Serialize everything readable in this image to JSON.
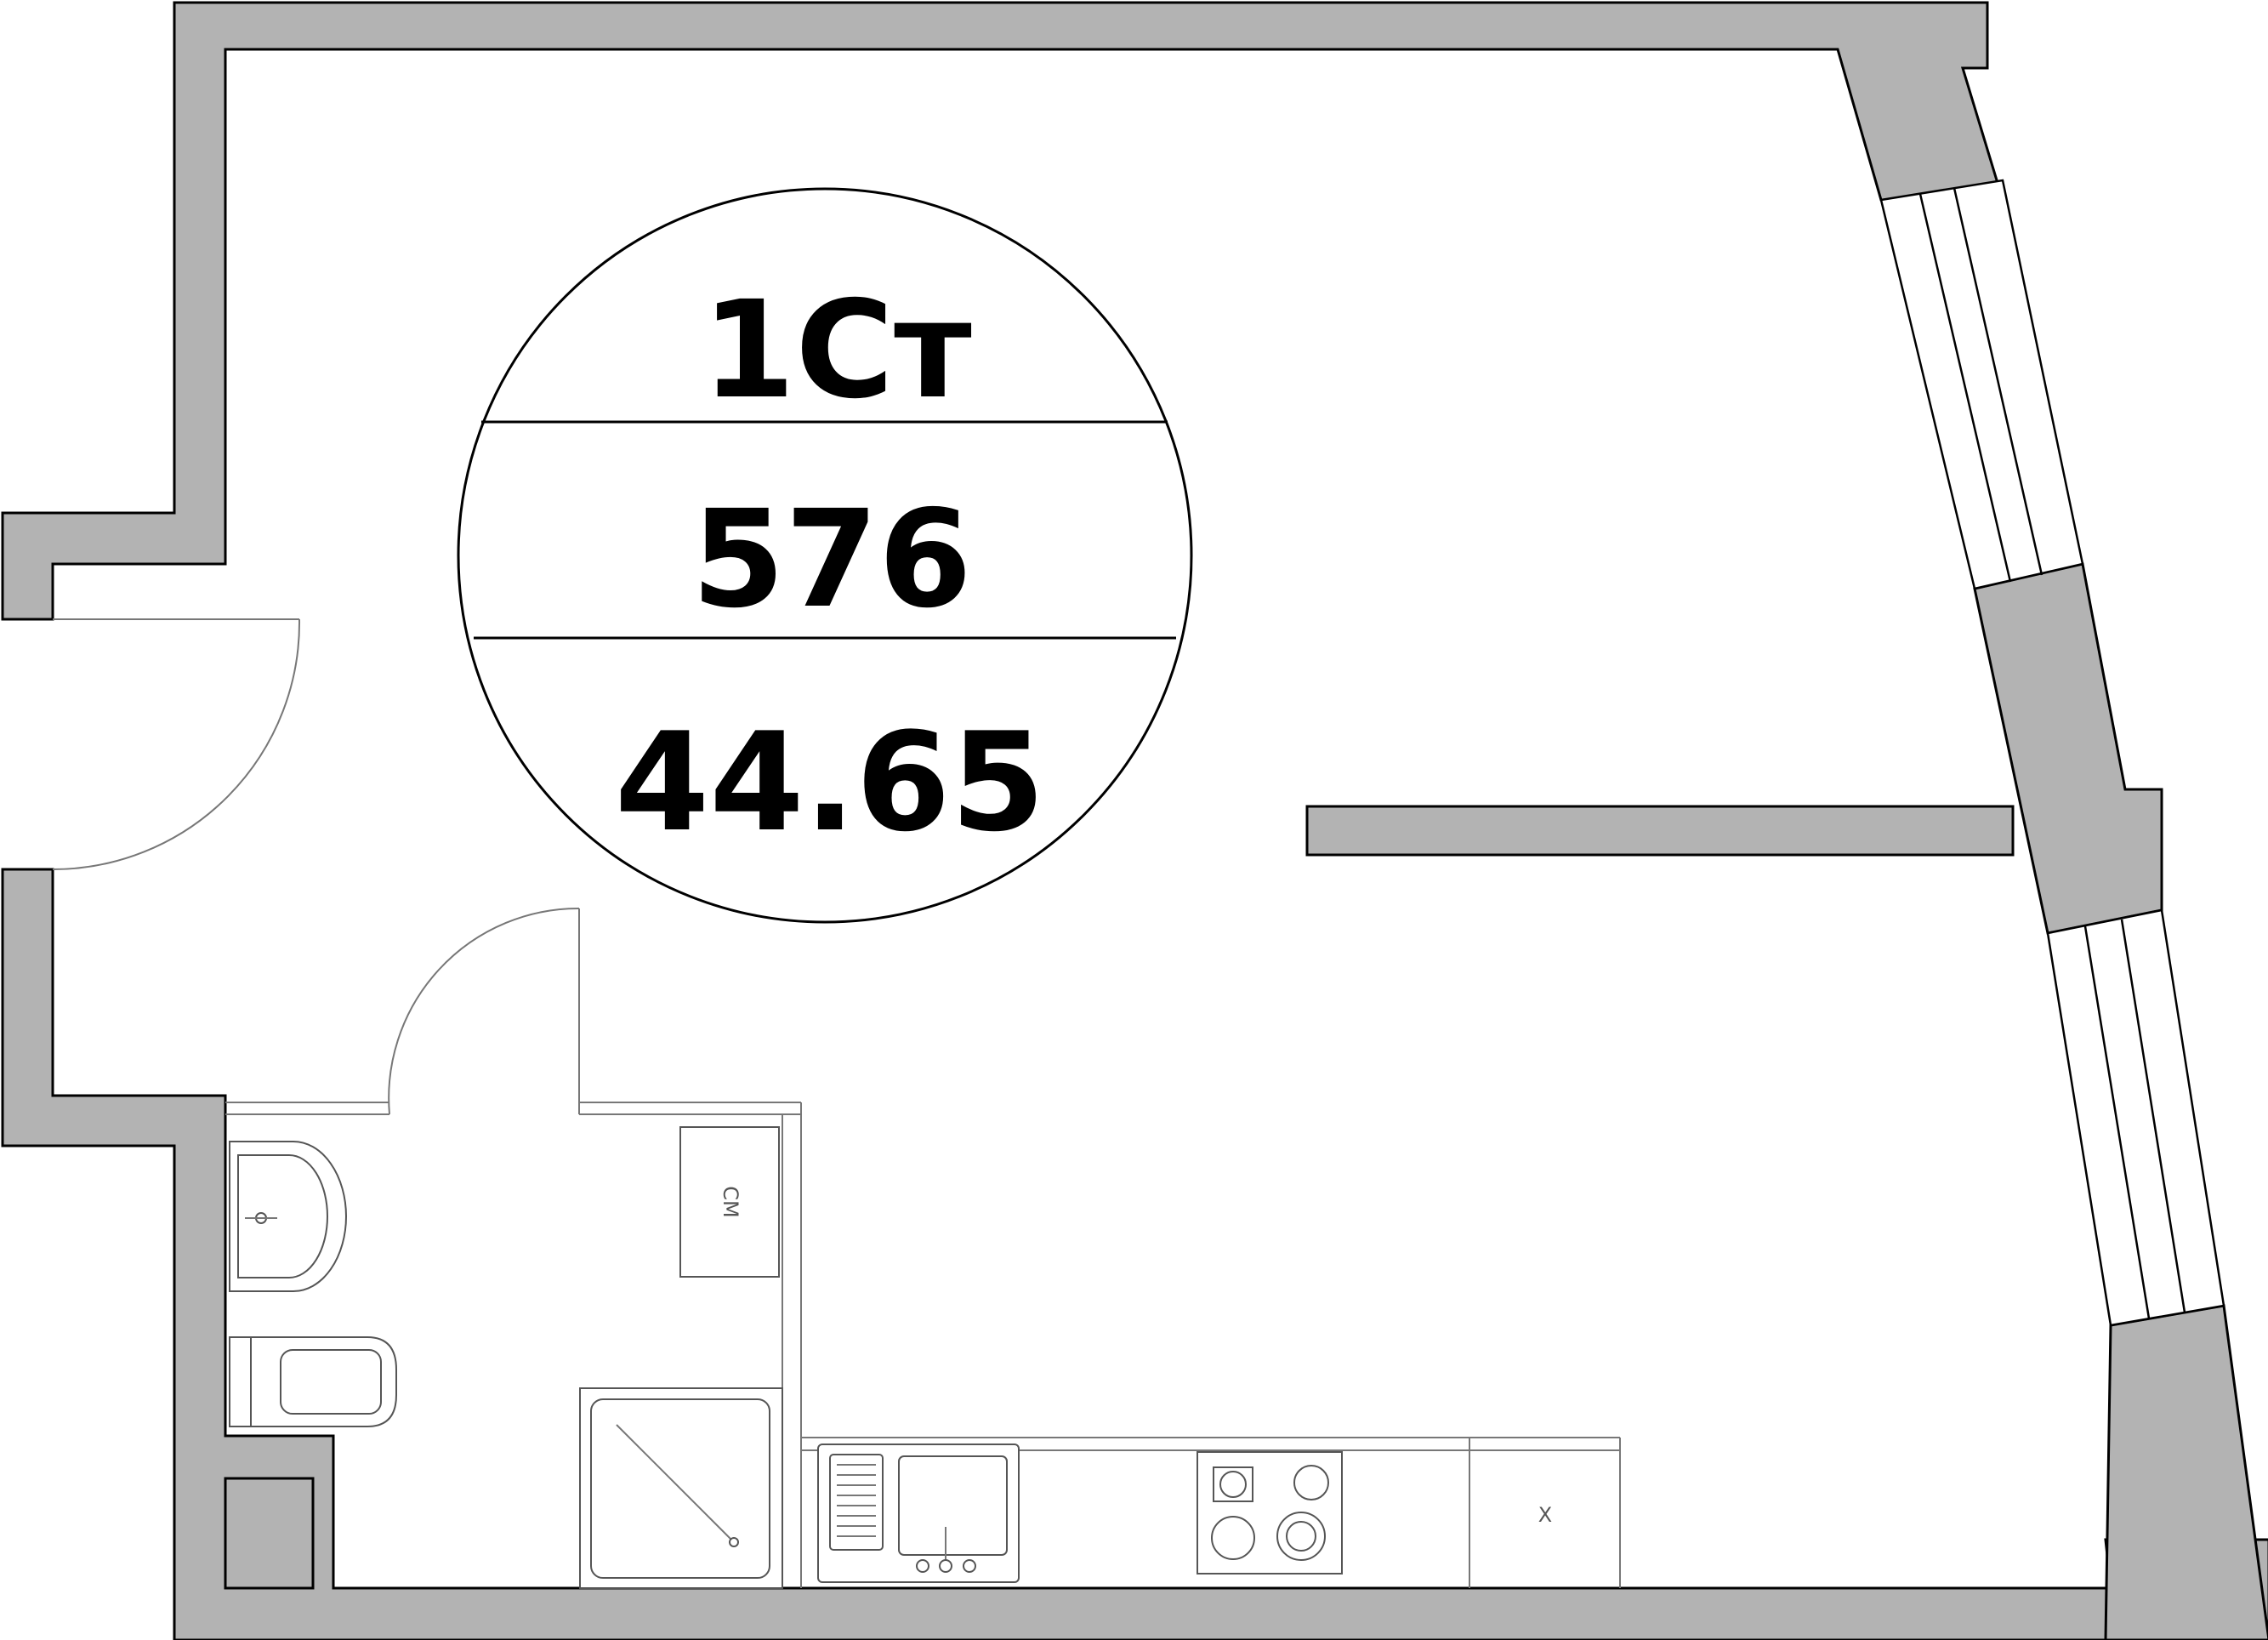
{
  "badge": {
    "type_label": "1Ст",
    "unit_number": "576",
    "area": "44.65"
  },
  "fixture_labels": {
    "washing_machine": "СМ",
    "fridge": "Х"
  },
  "colors": {
    "wall_fill": "#b3b3b3",
    "line": "#000000",
    "background": "#ffffff"
  }
}
